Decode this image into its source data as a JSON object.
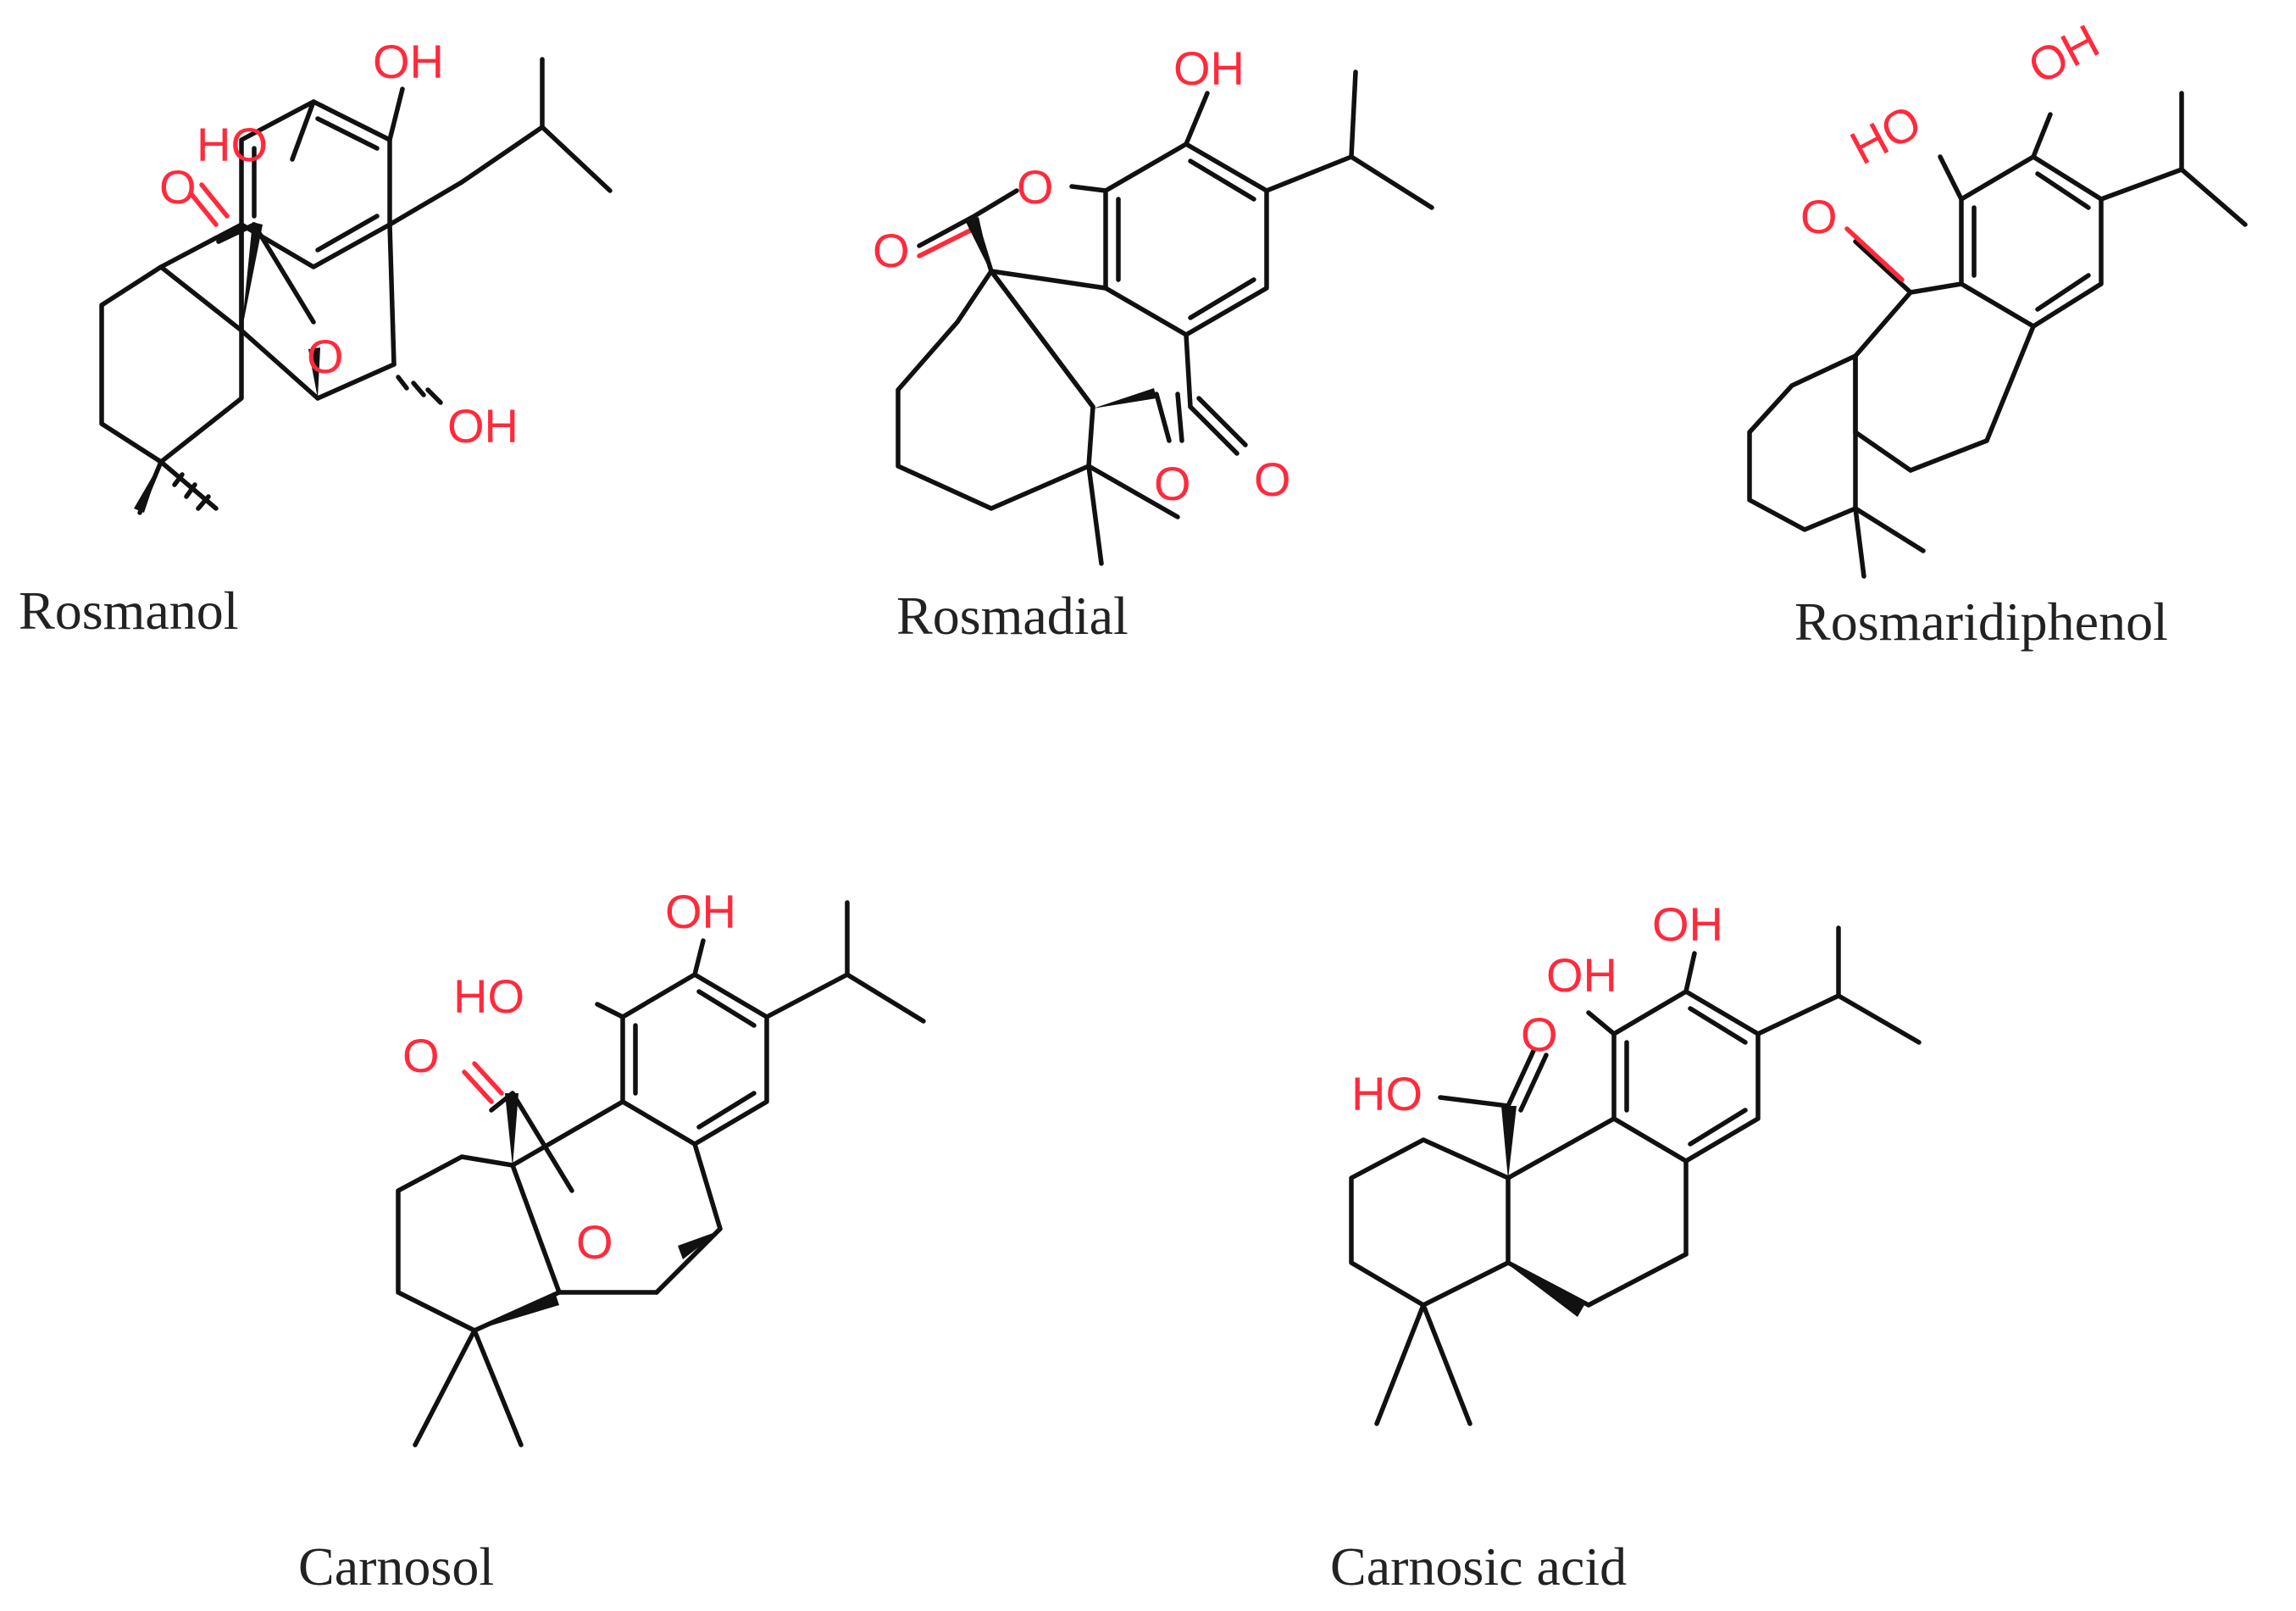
{
  "compounds": [
    {
      "name": "Rosmanol",
      "labels": [
        "OH",
        "HO",
        "O",
        "O",
        "OH"
      ]
    },
    {
      "name": "Rosmadial",
      "labels": [
        "OH",
        "O",
        "O",
        "O",
        "O"
      ]
    },
    {
      "name": "Rosmaridiphenol",
      "labels": [
        "OH",
        "HO",
        "O"
      ]
    },
    {
      "name": "Carnosol",
      "labels": [
        "OH",
        "HO",
        "O",
        "O"
      ]
    },
    {
      "name": "Carnosic acid",
      "labels": [
        "OH",
        "OH",
        "HO",
        "O"
      ]
    }
  ],
  "colors": {
    "bond": "#111111",
    "heteroatom": "#ff2a3c",
    "caption": "#222222",
    "background": "#ffffff"
  }
}
